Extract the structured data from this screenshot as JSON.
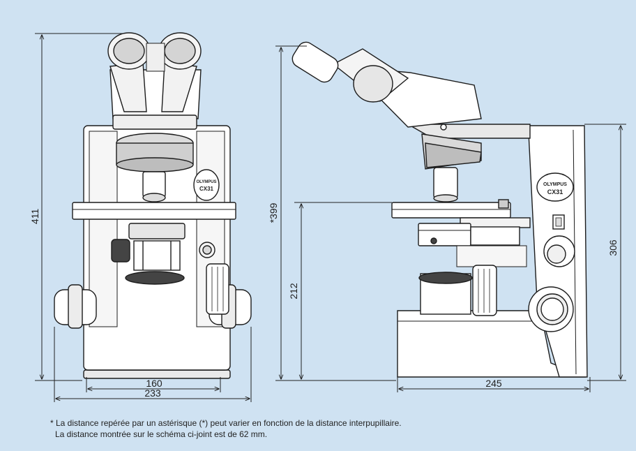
{
  "colors": {
    "background": "#cfe2f2",
    "body": "#ffffff",
    "outline": "#1c1c1c",
    "shade": "#d9d9d9",
    "dark": "#3a3a3a"
  },
  "front_view": {
    "height_label": "411",
    "base_width_label": "160",
    "total_width_label": "233",
    "logo_brand": "OLYMPUS",
    "logo_model": "CX31"
  },
  "side_view": {
    "total_height_label": "*399",
    "stage_height_label": "212",
    "arm_height_label": "306",
    "depth_label": "245",
    "logo_brand": "OLYMPUS",
    "logo_model": "CX31"
  },
  "footnote": {
    "line1": "* La distance repérée par un astérisque (*) peut varier en fonction de la distance interpupillaire.",
    "line2": "La distance montrée sur le schéma ci-joint est de 62 mm."
  }
}
